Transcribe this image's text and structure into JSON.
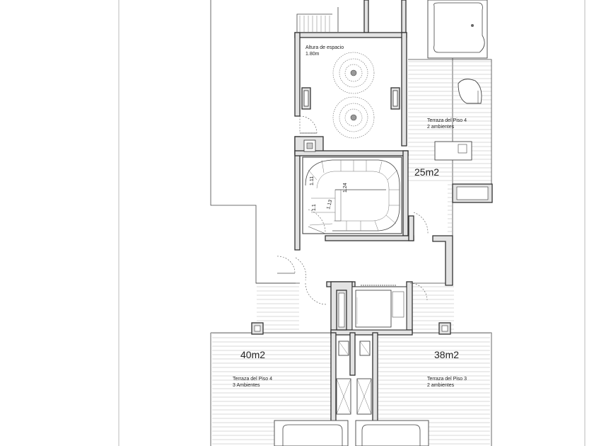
{
  "labels": {
    "space_height_line1": "Altura de espacio",
    "space_height_line2": "1.80m",
    "area_top_right": "25m2",
    "area_bottom_left": "40m2",
    "area_bottom_right": "38m2",
    "terrace_top_right_line1": "Terraza del Piso 4",
    "terrace_top_right_line2": "2 ambientes",
    "terrace_bottom_left_line1": "Terraza del Piso 4",
    "terrace_bottom_left_line2": "3 Ambientes",
    "terrace_bottom_right_line1": "Terraza del Piso 3",
    "terrace_bottom_right_line2": "2 ambientes",
    "stair_dim_1": "1.11",
    "stair_dim_2": "1.13",
    "stair_dim_3": "1.1",
    "stair_dim_4": "1.24"
  },
  "colors": {
    "wall_fill": "#e3e3e3",
    "line": "#333333",
    "background": "#ffffff"
  }
}
